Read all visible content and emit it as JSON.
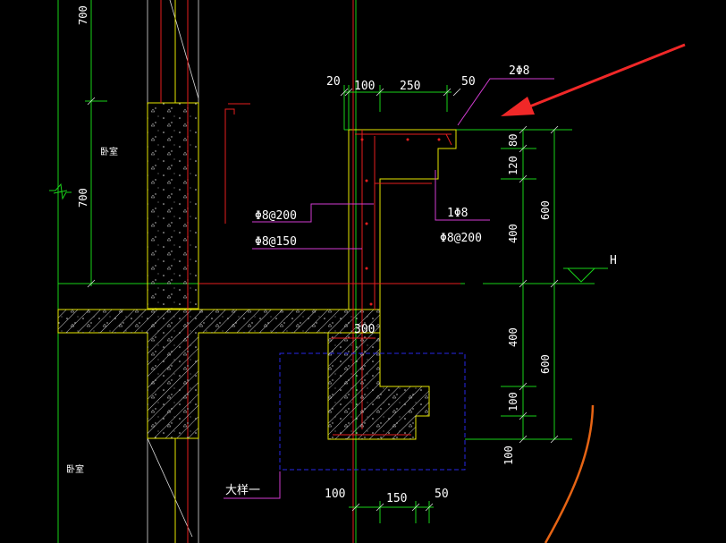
{
  "dimensions": {
    "top_20": "20",
    "top_100": "100",
    "top_250": "250",
    "top_50": "50",
    "bottom_100": "100",
    "bottom_150": "150",
    "bottom_50": "50",
    "left_700_top": "700",
    "left_700_mid": "700",
    "right_80": "80",
    "right_120": "120",
    "right_400_upper": "400",
    "right_600_upper": "600",
    "right_400_lower": "400",
    "right_600_lower": "600",
    "right_100": "100",
    "right_100_bottom": "100",
    "slab_300": "300"
  },
  "annotations": {
    "rebar_top": "2Φ8",
    "rebar_stirrup_200": "Φ8@200",
    "rebar_stirrup_150": "Φ8@150",
    "rebar_single": "1Φ8",
    "rebar_dist_200": "Φ8@200",
    "level_mark": "H",
    "detail_label": "大样一",
    "room_upper": "卧室",
    "room_lower": "卧室"
  },
  "colors": {
    "background": "#000000",
    "axis_green": "#19d219",
    "outline_yellow": "#e6e600",
    "rebar_red": "#e61e1e",
    "leader_magenta": "#d23cd2",
    "detail_blue": "#2828e6",
    "arrow_red": "#f02828",
    "curve_orange": "#e66414"
  }
}
